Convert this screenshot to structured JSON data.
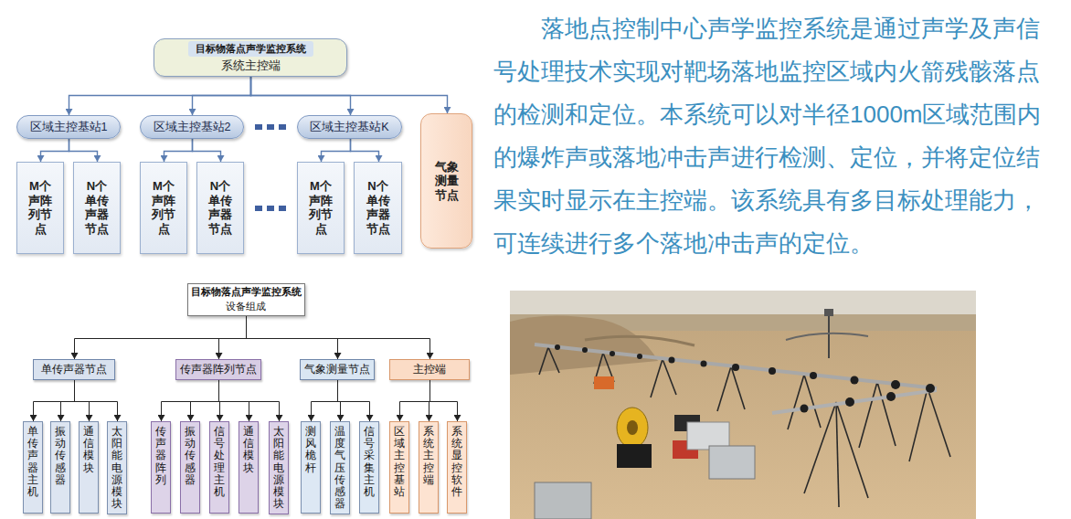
{
  "diagram": {
    "nodes": [
      {
        "text": [
          "目标物落点声学监控系统",
          "系统主控端"
        ]
      },
      {
        "text": [
          "区域主控基站1"
        ]
      },
      {
        "text": [
          "区域主控基站2"
        ]
      },
      {
        "text": [
          "区域主控基站K"
        ]
      },
      {
        "text": [
          "气象测量节点"
        ]
      },
      {
        "text": [
          "M个声阵列节点"
        ]
      },
      {
        "text": [
          "N个单传声器节点"
        ]
      },
      {
        "text": [
          "M个声阵列节点"
        ]
      },
      {
        "text": [
          "N个单传声器节点"
        ]
      },
      {
        "text": [
          "M个声阵列节点"
        ]
      },
      {
        "text": [
          "N个单传声器节点"
        ]
      },
      {
        "text": [
          "目标物落点声学监控系统",
          "设备组成"
        ]
      },
      {
        "text": [
          "单传声器节点"
        ]
      },
      {
        "text": [
          "传声器阵列节点"
        ]
      },
      {
        "text": [
          "气象测量节点"
        ]
      },
      {
        "text": [
          "主控端"
        ]
      },
      {
        "text": [
          "单传声器主机"
        ]
      },
      {
        "text": [
          "振动传感器"
        ]
      },
      {
        "text": [
          "通信模块"
        ]
      },
      {
        "text": [
          "太阳能电源模块"
        ]
      },
      {
        "text": [
          "传声器阵列"
        ]
      },
      {
        "text": [
          "振动传感器"
        ]
      },
      {
        "text": [
          "信号处理主机"
        ]
      },
      {
        "text": [
          "通信模块"
        ]
      },
      {
        "text": [
          "太阳能电源模块"
        ]
      },
      {
        "text": [
          "测风桅杆"
        ]
      },
      {
        "text": [
          "温度气压传感器"
        ]
      },
      {
        "text": [
          "信号采集主机"
        ]
      },
      {
        "text": [
          "区域主控基站"
        ]
      },
      {
        "text": [
          "系统主控端"
        ]
      },
      {
        "text": [
          "系统显控软件"
        ]
      }
    ],
    "edges": [
      {
        "from": 0,
        "to": 1,
        "arrow": "to"
      },
      {
        "from": 0,
        "to": 2,
        "arrow": "to"
      },
      {
        "from": 0,
        "to": 3,
        "arrow": "to"
      },
      {
        "from": 0,
        "to": 4,
        "arrow": "to"
      },
      {
        "from": 1,
        "to": 5,
        "arrow": "to"
      },
      {
        "from": 1,
        "to": 6,
        "arrow": "to"
      },
      {
        "from": 2,
        "to": 7,
        "arrow": "to"
      },
      {
        "from": 2,
        "to": 8,
        "arrow": "to"
      },
      {
        "from": 3,
        "to": 9,
        "arrow": "to"
      },
      {
        "from": 3,
        "to": 10,
        "arrow": "to"
      },
      {
        "from": 11,
        "to": 12,
        "arrow": "to"
      },
      {
        "from": 11,
        "to": 13,
        "arrow": "to"
      },
      {
        "from": 11,
        "to": 14,
        "arrow": "to"
      },
      {
        "from": 11,
        "to": 15,
        "arrow": "to"
      },
      {
        "from": 12,
        "to": 16,
        "arrow": "to"
      },
      {
        "from": 12,
        "to": 17,
        "arrow": "to"
      },
      {
        "from": 12,
        "to": 18,
        "arrow": "to"
      },
      {
        "from": 12,
        "to": 19,
        "arrow": "to"
      },
      {
        "from": 13,
        "to": 20,
        "arrow": "to"
      },
      {
        "from": 13,
        "to": 21,
        "arrow": "to"
      },
      {
        "from": 13,
        "to": 22,
        "arrow": "to"
      },
      {
        "from": 13,
        "to": 23,
        "arrow": "to"
      },
      {
        "from": 13,
        "to": 24,
        "arrow": "to"
      },
      {
        "from": 14,
        "to": 25,
        "arrow": "to"
      },
      {
        "from": 14,
        "to": 26,
        "arrow": "to"
      },
      {
        "from": 14,
        "to": 27,
        "arrow": "to"
      },
      {
        "from": 15,
        "to": 28,
        "arrow": "to"
      },
      {
        "from": 15,
        "to": 29,
        "arrow": "to"
      },
      {
        "from": 15,
        "to": 30,
        "arrow": "to"
      }
    ],
    "labels": [
      "落地点控制中心声学监控系统是通过声学及声信号处理技术实现对靶场落地监控区域内火箭残骸落点的检测和定位。本系统可以对半径1000m区域范围内的爆炸声或落地冲击声进行检测、定位，并将定位结果实时显示在主控端。该系统具有多目标处理能力，可连续进行多个落地冲击声的定位。"
    ]
  }
}
